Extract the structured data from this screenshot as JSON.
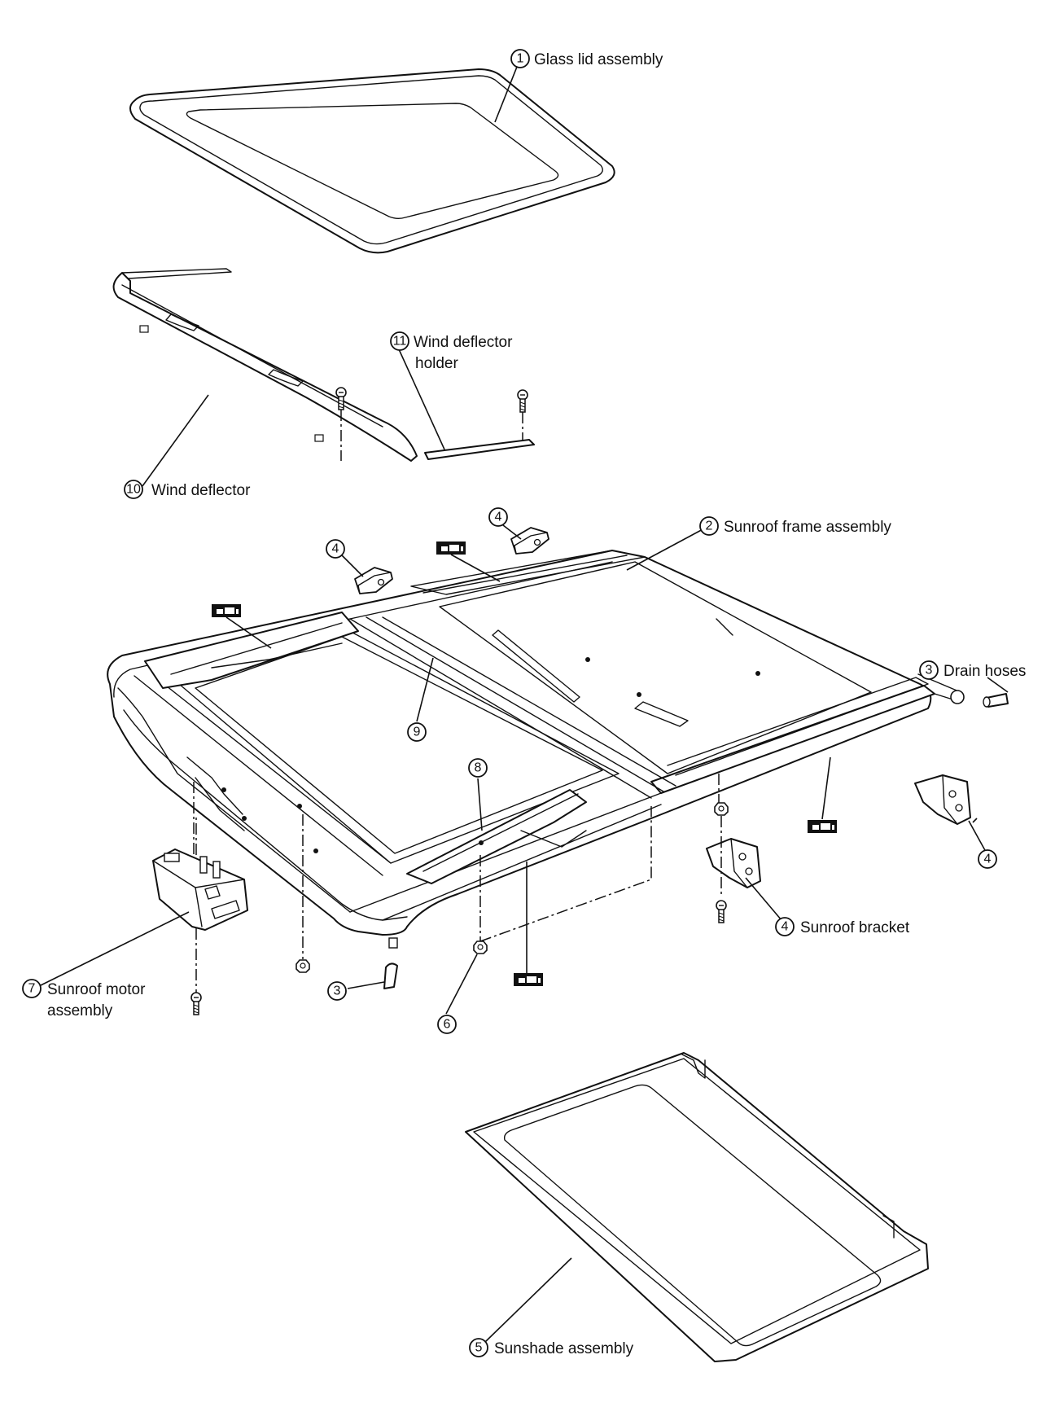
{
  "labels": {
    "glass_lid": {
      "num": "1",
      "text": "Glass lid assembly"
    },
    "sunroof_frame": {
      "num": "2",
      "text": "Sunroof frame assembly"
    },
    "drain_hoses": {
      "num": "3",
      "text": "Drain hoses"
    },
    "drain_hose_front": {
      "num": "3"
    },
    "bracket_top_left": {
      "num": "4"
    },
    "bracket_top_mid": {
      "num": "4"
    },
    "bracket_right": {
      "num": "4"
    },
    "sunroof_bracket": {
      "num": "4",
      "text": "Sunroof bracket"
    },
    "sunshade": {
      "num": "5",
      "text": "Sunshade assembly"
    },
    "nut": {
      "num": "6"
    },
    "motor": {
      "num": "7",
      "text_line1": "Sunroof motor",
      "text_line2": "assembly"
    },
    "cable_8": {
      "num": "8"
    },
    "cable_9": {
      "num": "9"
    },
    "wind_deflector": {
      "num": "10",
      "text": "Wind deflector"
    },
    "wind_deflector_holder": {
      "num": "11",
      "text_line1": "Wind deflector",
      "text_line2": "holder"
    }
  },
  "icons": [
    "grease-point-icon",
    "bolt-icon",
    "nut-icon"
  ]
}
